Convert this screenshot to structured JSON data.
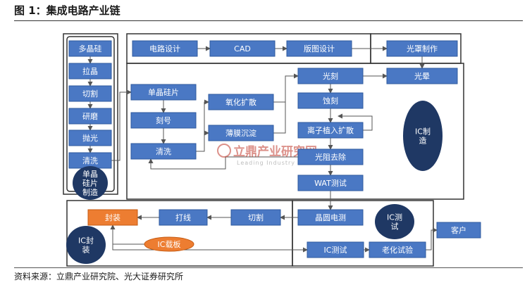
{
  "figure_title": "图 1：集成电路产业链",
  "source": "资料来源：立鼎产业研究院、光大证券研究所",
  "colors": {
    "box_fill": "#4a78c4",
    "box_stroke": "#2f5a9e",
    "orange": "#ed7d31",
    "oval_fill": "#1f3864",
    "frame": "#333333",
    "arrow": "#555555"
  },
  "wafer_mfg": {
    "steps": [
      "多晶硅",
      "拉晶",
      "切割",
      "研磨",
      "抛光",
      "清洗"
    ],
    "label": "单晶\n硅片\n制造"
  },
  "design": {
    "steps": [
      "电路设计",
      "CAD",
      "版图设计"
    ]
  },
  "mask": {
    "steps": [
      "光罩制作"
    ]
  },
  "ic_mfg": {
    "steps": [
      "单晶硅片",
      "刻号",
      "清洗",
      "氧化扩散",
      "薄膜沉淀",
      "光刻",
      "光晕",
      "蚀刻",
      "离子植入扩散",
      "光阻去除",
      "WAT测试"
    ],
    "label": "IC制\n造"
  },
  "ic_test": {
    "steps": [
      "晶圆电测",
      "IC测试",
      "老化试验"
    ],
    "label": "IC测\n试"
  },
  "ic_package": {
    "steps": [
      "打线",
      "切割",
      "封装"
    ],
    "substrate": "IC载板",
    "label": "IC封\n装"
  },
  "customer": "客户",
  "watermark": {
    "cn": "立鼎产业研究网",
    "en": "Leading Industry Research"
  }
}
